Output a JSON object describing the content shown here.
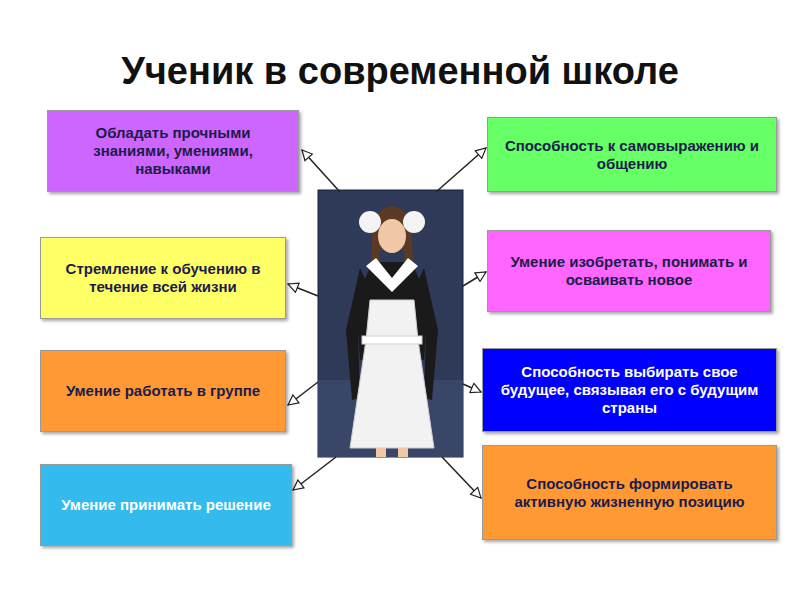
{
  "diagram": {
    "title": "Ученик в современной школе",
    "nodes": [
      {
        "text": [
          "Обладать прочными знаниями, умениями, навыками"
        ]
      },
      {
        "text": [
          "Способность к самовыражению и общению"
        ]
      },
      {
        "text": [
          "Стремление к обучению в течение всей жизни"
        ]
      },
      {
        "text": [
          "Умение изобретать, понимать и осваивать новое"
        ]
      },
      {
        "text": [
          "Умение работать в группе"
        ]
      },
      {
        "text": [
          "Способность выбирать свое будущее, связывая его с будущим страны"
        ]
      },
      {
        "text": [
          "Умение принимать решение"
        ]
      },
      {
        "text": [
          "Способность формировать активную жизненную позицию"
        ]
      }
    ]
  }
}
